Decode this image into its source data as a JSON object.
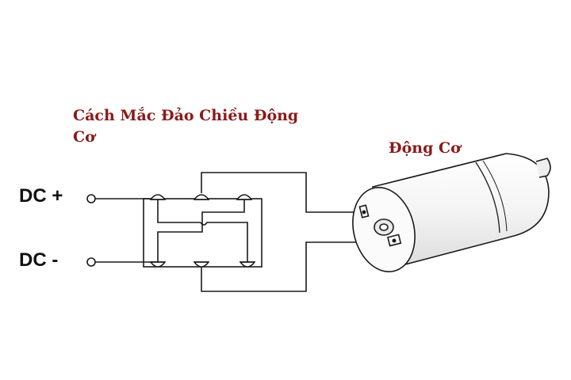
{
  "diagram": {
    "title": "Cách Mắc Đảo Chiều Động Cơ",
    "motor_label": "Động Cơ",
    "dc_plus_label": "DC +",
    "dc_minus_label": "DC -"
  },
  "colors": {
    "title_color": "#8b1a1a",
    "line_color": "#1a1a1a",
    "motor_body": "#f7f7f7"
  },
  "icons": [
    "dc-terminal-icon",
    "switch-lug-icon",
    "dc-motor-icon"
  ]
}
